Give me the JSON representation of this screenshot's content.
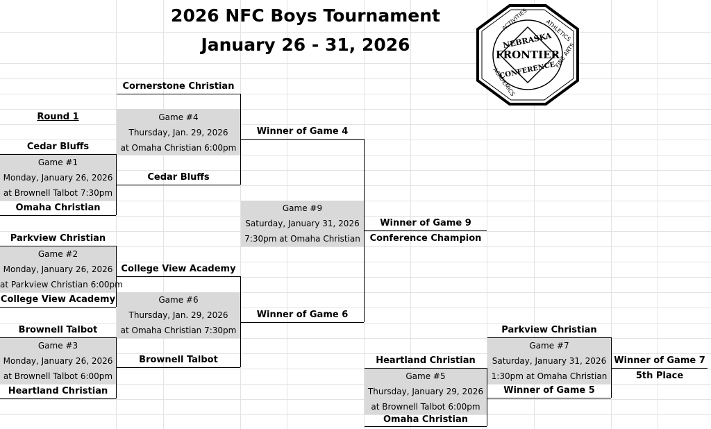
{
  "header": {
    "title": "2026 NFC Boys Tournament",
    "dates": "January 26 - 31, 2026"
  },
  "logo": {
    "icon": "nebraska-frontier-conference-seal",
    "lines": [
      "NEBRASKA",
      "FRONTIER",
      "CONFERENCE"
    ],
    "ring_text": [
      "ACTIVITIES",
      "ATHLETICS",
      "FINE ARTS",
      "ACADEMICS"
    ]
  },
  "round_label": "Round 1",
  "games": {
    "g1": {
      "number": "Game #1",
      "date": "Monday, January 26, 2026",
      "place": "at Brownell Talbot 7:30pm",
      "top": "Cedar Bluffs",
      "bottom": "Omaha Christian"
    },
    "g2": {
      "number": "Game #2",
      "date": "Monday, January 26, 2026",
      "place": "at Parkview Christian 6:00pm",
      "top": "Parkview Christian",
      "bottom": "College View Academy"
    },
    "g3": {
      "number": "Game #3",
      "date": "Monday, January 26, 2026",
      "place": "at Brownell Talbot 6:00pm",
      "top": "Brownell Talbot",
      "bottom": "Heartland Christian"
    },
    "g4": {
      "number": "Game #4",
      "date": "Thursday, Jan. 29, 2026",
      "place": "at Omaha Christian 6:00pm",
      "top": "Cornerstone Christian",
      "bottom": "Cedar Bluffs"
    },
    "g6": {
      "number": "Game #6",
      "date": "Thursday, Jan. 29, 2026",
      "place": "at Omaha Christian 7:30pm",
      "top": "College View Academy",
      "bottom": "Brownell Talbot"
    },
    "g9": {
      "number": "Game #9",
      "date": "Saturday, January 31, 2026",
      "place": "7:30pm at Omaha Christian",
      "top": "Winner of Game 4",
      "bottom": "Winner of Game 6",
      "result": "Winner of Game 9",
      "result_label": "Conference Champion"
    },
    "g5": {
      "number": "Game #5",
      "date": "Thursday, January 29, 2026",
      "place": "at Brownell Talbot 6:00pm",
      "top": "Heartland Christian",
      "bottom": "Omaha Christian"
    },
    "g7": {
      "number": "Game #7",
      "date": "Saturday, January 31, 2026",
      "place": "1:30pm at Omaha Christian",
      "top": "Parkview Christian",
      "bottom": "Winner of Game 5",
      "result": "Winner of Game 7",
      "result_label": "5th Place"
    }
  }
}
